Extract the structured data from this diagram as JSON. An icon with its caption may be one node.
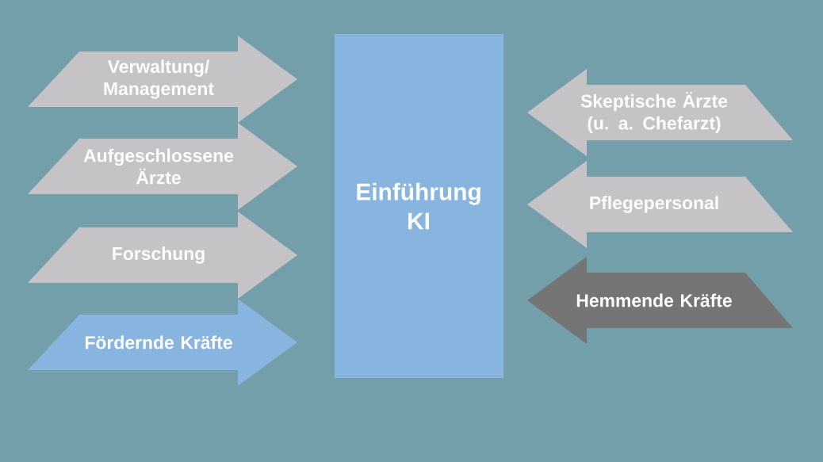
{
  "diagram": {
    "nodes": [
      {
        "text": [
          "Verwaltung/ Management"
        ]
      },
      {
        "text": [
          "Aufgeschlossene Ärzte"
        ]
      },
      {
        "text": [
          "Forschung"
        ]
      },
      {
        "text": [
          "Fördernde Kräfte"
        ]
      },
      {
        "text": [
          "Einführung KI"
        ]
      },
      {
        "text": [
          "Skeptische Ärzte (u. a. Chefarzt)"
        ]
      },
      {
        "text": [
          "Pflegepersonal"
        ]
      },
      {
        "text": [
          "Hemmende Kräfte"
        ]
      }
    ]
  }
}
